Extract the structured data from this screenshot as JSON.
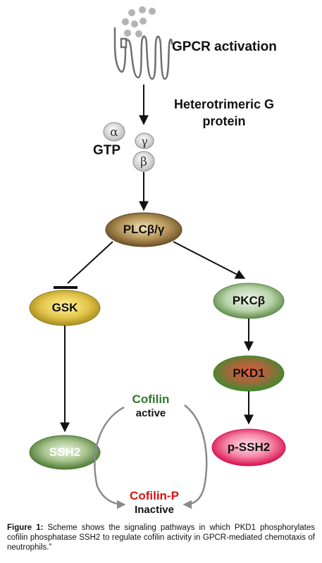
{
  "labels": {
    "gpcr": "GPCR activation",
    "heterotrimeric_line1": "Heterotrimeric G",
    "heterotrimeric_line2": "protein",
    "gtp": "GTP",
    "alpha": "α",
    "gamma": "γ",
    "beta": "β"
  },
  "nodes": {
    "plc": "PLCβ/γ",
    "gsk": "GSK",
    "pkc": "PKCβ",
    "pkd1": "PKD1",
    "ssh2": "SSH2",
    "pssh2": "p-SSH2"
  },
  "cofilin": {
    "active_name": "Cofilin",
    "active_state": "active",
    "inactive_name": "Cofilin-P",
    "inactive_state": "Inactive"
  },
  "colors": {
    "cofilin_active": "#2a7a2a",
    "cofilin_inactive": "#e01010",
    "arrow": "#111111",
    "cycle_arrow": "#8a8a8a"
  },
  "caption": {
    "label": "Figure 1:",
    "text": "Scheme shows the signaling pathways in which PKD1 phosphorylates cofilin phosphatase SSH2 to regulate cofilin activity in GPCR-mediated chemotaxis of neutrophils.”"
  }
}
